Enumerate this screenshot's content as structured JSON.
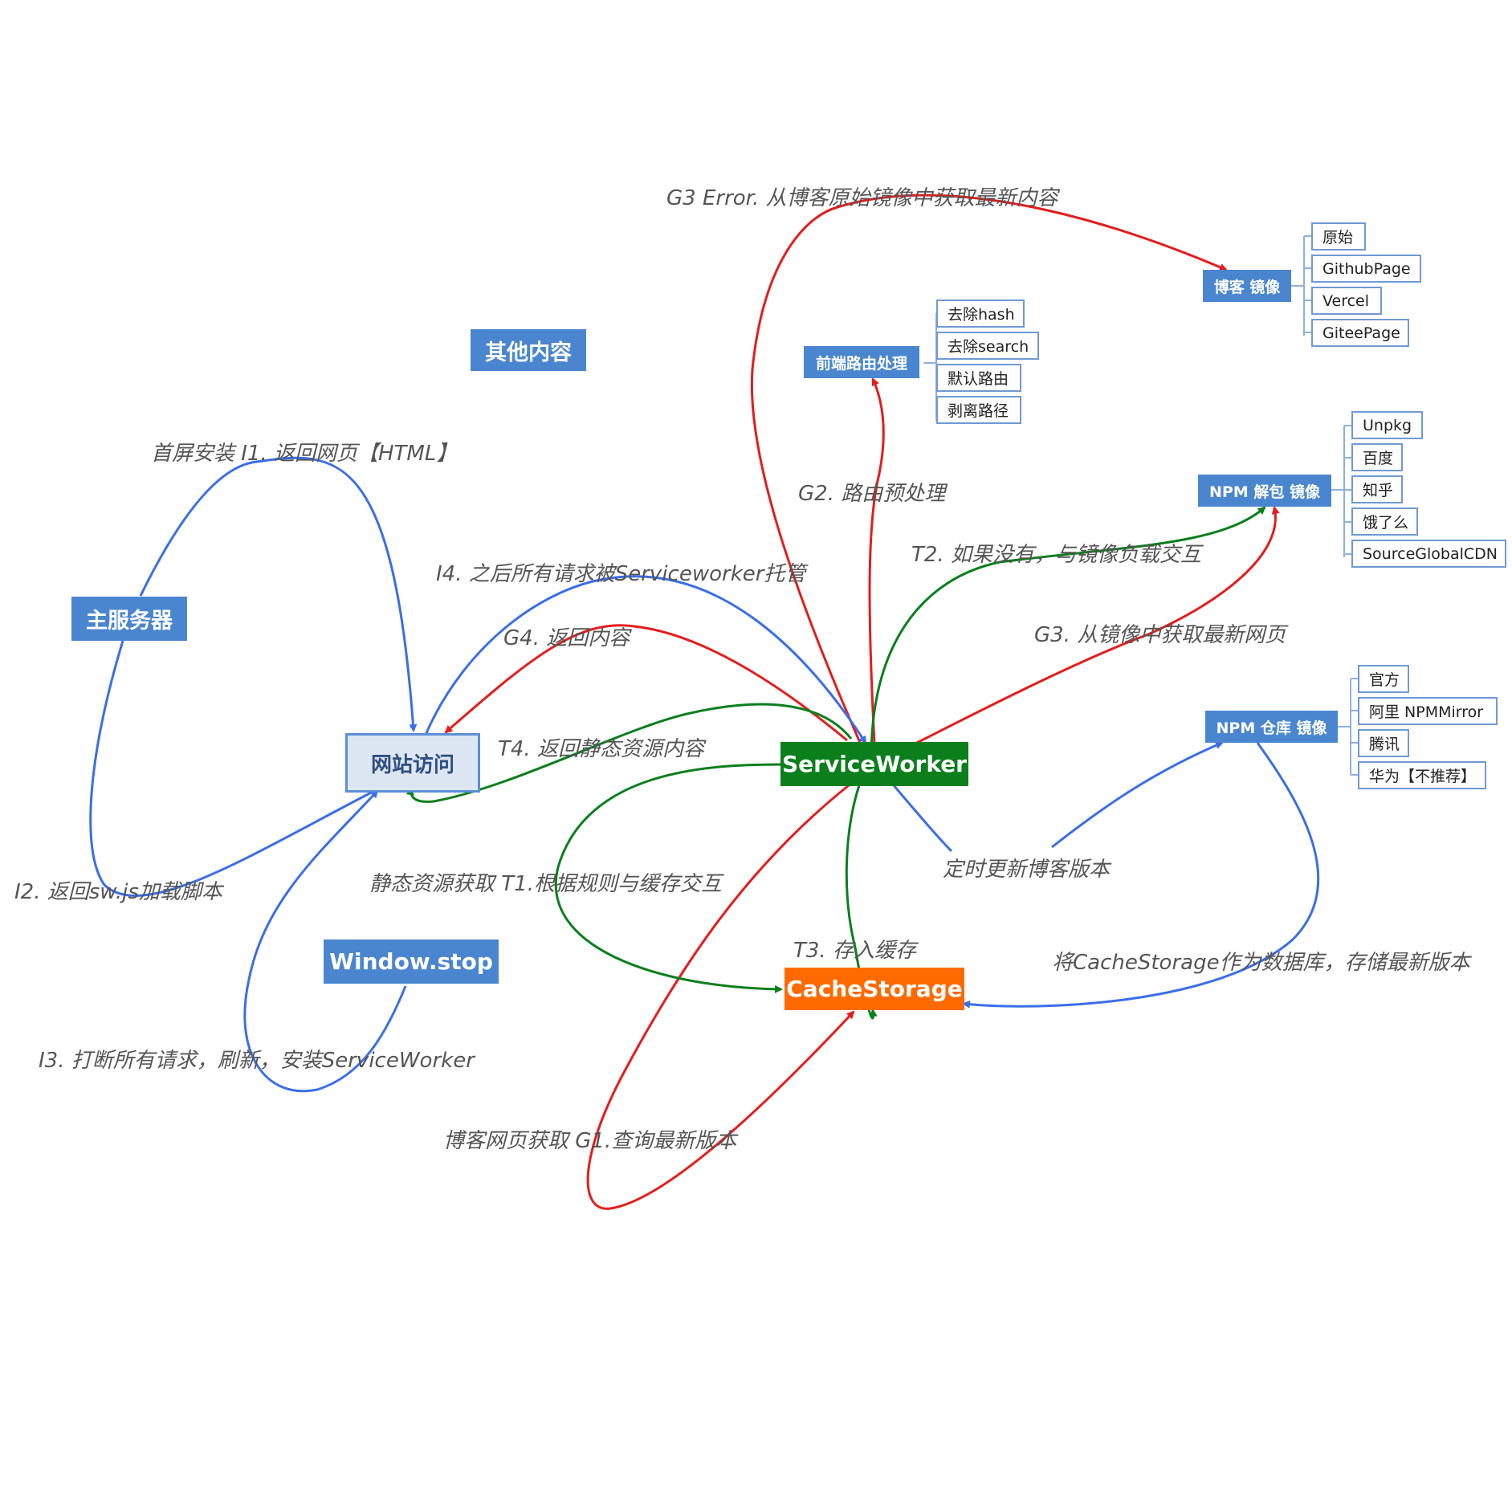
{
  "nodes": {
    "other": "其他内容",
    "main_server": "主服务器",
    "website": "网站访问",
    "window_stop": "Window.stop",
    "service_worker": "ServiceWorker",
    "cache_storage": "CacheStorage",
    "route": "前端路由处理",
    "blog_mirror": "博客 镜像",
    "npm_unpack": "NPM 解包 镜像",
    "npm_repo": "NPM 仓库 镜像"
  },
  "route_items": [
    "去除hash",
    "去除search",
    "默认路由",
    "剥离路径"
  ],
  "blog_items": [
    "原始",
    "GithubPage",
    "Vercel",
    "GiteePage"
  ],
  "npm_unpack_items": [
    "Unpkg",
    "百度",
    "知乎",
    "饿了么",
    "SourceGlobalCDN"
  ],
  "npm_repo_items": [
    "官方",
    "阿里 NPMMirror",
    "腾讯",
    "华为【不推荐】"
  ],
  "labels": {
    "g3_error": "G3 Error. 从博客原始镜像中获取最新内容",
    "i1": "首屏安装 I1. 返回网页【HTML】",
    "g2": "G2. 路由预处理",
    "i4": "I4.  之后所有请求被Serviceworker托管",
    "t2": "T2. 如果没有，与镜像负载交互",
    "g4": "G4. 返回内容",
    "g3": "G3. 从镜像中获取最新网页",
    "t4": "T4. 返回静态资源内容",
    "timer": "定时更新博客版本",
    "i2": "I2. 返回sw.js加载脚本",
    "t1": "静态资源获取 T1.根据规则与缓存交互",
    "t3": "T3. 存入缓存",
    "db": "将CacheStorage作为数据库，存储最新版本",
    "i3": "I3. 打断所有请求，刷新，安装ServiceWorker",
    "g1": "博客网页获取 G1.查询最新版本"
  },
  "colors": {
    "blue": "#4a86cf",
    "green": "#0a7f1c",
    "orange": "#ff6a00",
    "red": "#e51c1c",
    "link_blue": "#3a6ee8"
  }
}
